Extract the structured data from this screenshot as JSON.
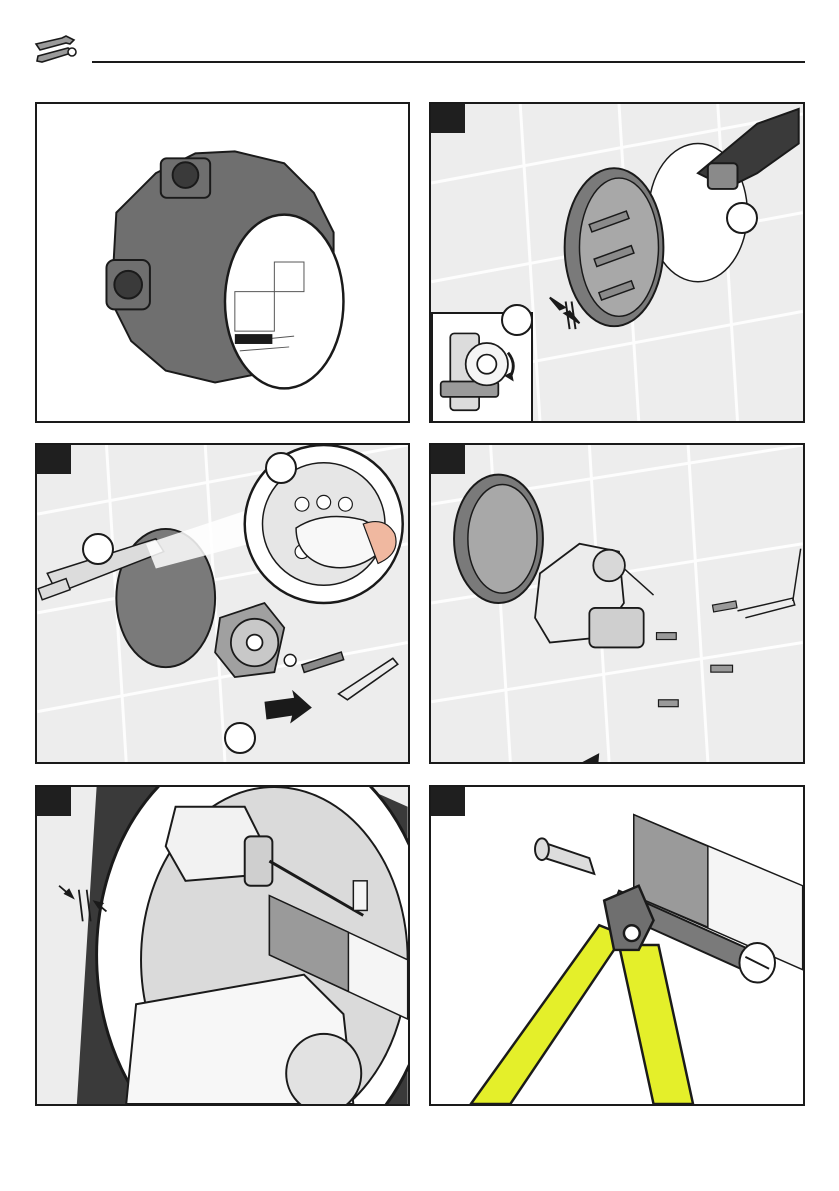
{
  "header": {
    "icon": "wrench-screwdriver-icon"
  },
  "panels": [
    {
      "id": "p1",
      "step_badge": false,
      "scene": "installation-box"
    },
    {
      "id": "p2",
      "step_badge": true,
      "scene": "cover-plate-removal",
      "callouts": 2
    },
    {
      "id": "p3",
      "step_badge": true,
      "scene": "cleaning-and-screw",
      "callouts": 3
    },
    {
      "id": "p4",
      "step_badge": true,
      "scene": "valve-assembly-insertion"
    },
    {
      "id": "p5",
      "step_badge": true,
      "scene": "measure-extension"
    },
    {
      "id": "p6",
      "step_badge": true,
      "scene": "cut-extension-rod"
    }
  ],
  "colors": {
    "line": "#1a1a1a",
    "wall": "#ededed",
    "plate": "#7a7a7a",
    "pliers": "#e4ef2a"
  }
}
